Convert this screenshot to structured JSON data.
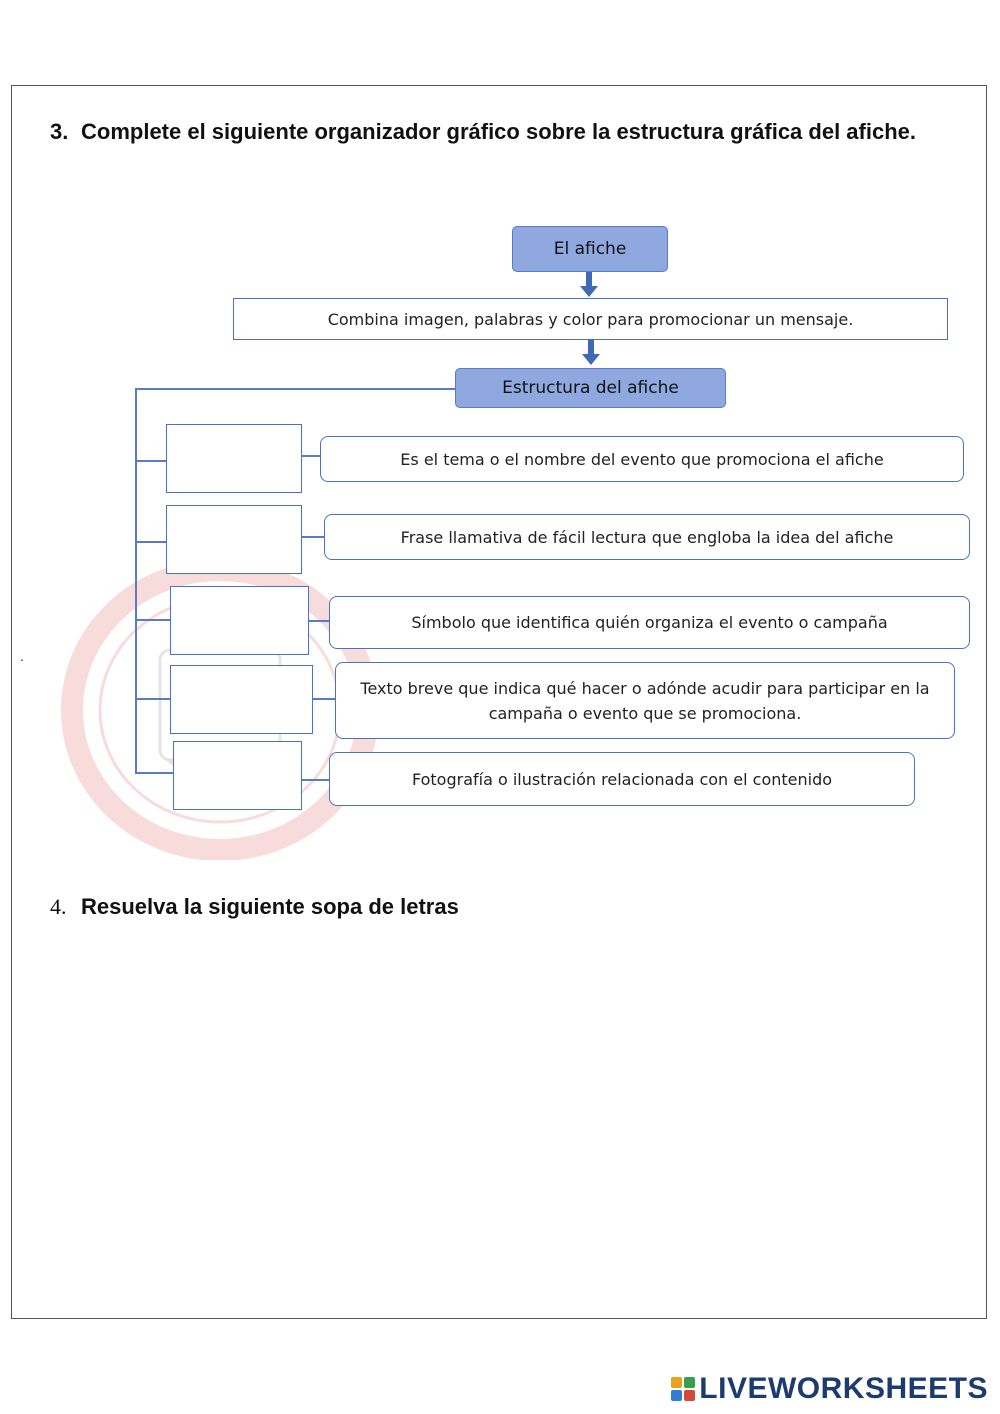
{
  "questions": {
    "q3": {
      "number": "3.",
      "text": "Complete el siguiente organizador gráfico sobre la estructura gráfica del afiche."
    },
    "q4": {
      "number": "4.",
      "text": "Resuelva la siguiente sopa de letras"
    }
  },
  "organizer": {
    "title": "El afiche",
    "definition": "Combina imagen, palabras y color para promocionar un mensaje.",
    "structure_title": "Estructura del afiche",
    "items": [
      {
        "answer": "",
        "description": "Es el tema o el nombre del evento que promociona el afiche"
      },
      {
        "answer": "",
        "description": "Frase llamativa de fácil lectura que engloba la idea del afiche"
      },
      {
        "answer": "",
        "description": "Símbolo que identifica quién organiza el evento o campaña"
      },
      {
        "answer": "",
        "description": "Texto breve que indica qué hacer o adónde acudir para participar en la campaña o evento que se promociona."
      },
      {
        "answer": "",
        "description": "Fotografía o ilustración relacionada con el contenido"
      }
    ]
  },
  "stray_mark": ".",
  "footer": {
    "brand": "LIVEWORKSHEETS"
  },
  "colors": {
    "accent": "#4a72c4",
    "title_fill": "#8fa8e0",
    "seal": "#e06060",
    "brand": "#1d3b6e"
  }
}
